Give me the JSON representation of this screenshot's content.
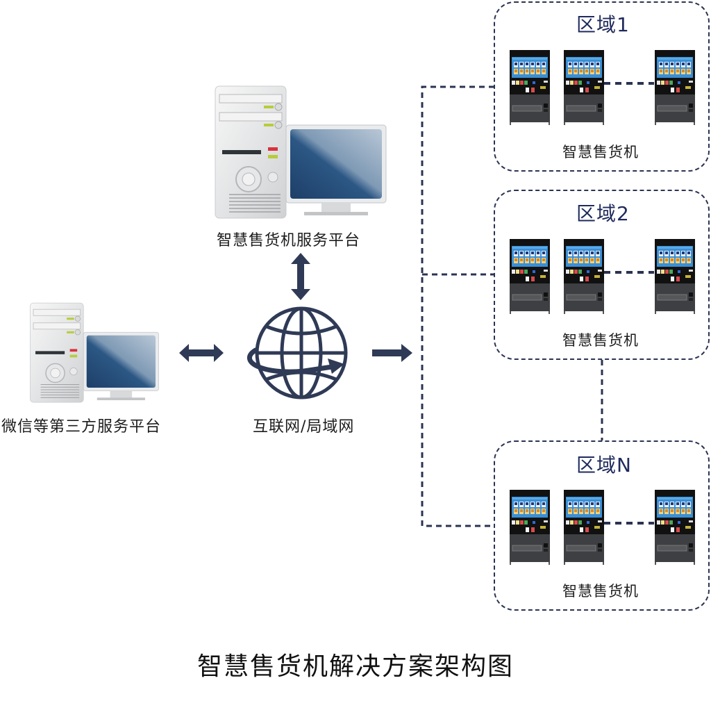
{
  "title": "智慧售货机解决方案架构图",
  "nodes": {
    "service_platform": {
      "label": "智慧售货机服务平台",
      "icon": "server-computer-icon"
    },
    "third_party_platform": {
      "label": "微信等第三方服务平台",
      "icon": "server-computer-icon"
    },
    "network": {
      "label": "互联网/局域网",
      "icon": "globe-icon"
    }
  },
  "regions": [
    {
      "title": "区域1",
      "machines_label": "智慧售货机",
      "machine_count_shown": 3
    },
    {
      "title": "区域2",
      "machines_label": "智慧售货机",
      "machine_count_shown": 3
    },
    {
      "title": "区域N",
      "machines_label": "智慧售货机",
      "machine_count_shown": 3
    }
  ],
  "connections": [
    {
      "from": "智慧售货机服务平台",
      "to": "互联网/局域网",
      "type": "bidirectional"
    },
    {
      "from": "微信等第三方服务平台",
      "to": "互联网/局域网",
      "type": "bidirectional"
    },
    {
      "from": "互联网/局域网",
      "to": "区域",
      "type": "directional"
    }
  ],
  "colors": {
    "accent": "#2f3a56",
    "region_title": "#1f2a5c",
    "dashed_line": "#2b3352"
  }
}
